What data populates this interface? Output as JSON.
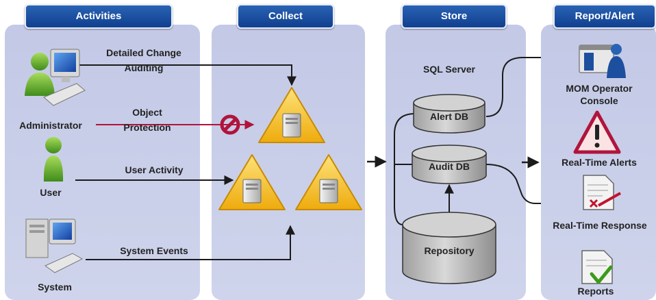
{
  "stages": {
    "activities": "Activities",
    "collect": "Collect",
    "store": "Store",
    "report": "Report/Alert"
  },
  "actors": {
    "administrator": "Administrator",
    "user": "User",
    "system": "System"
  },
  "flows": {
    "detailed_change_auditing": [
      "Detailed Change",
      "Auditing"
    ],
    "object_protection": [
      "Object",
      "Protection"
    ],
    "user_activity": "User Activity",
    "system_events": "System Events"
  },
  "store": {
    "sql_server": "SQL Server",
    "alert_db": "Alert DB",
    "audit_db": "Audit DB",
    "repository": "Repository"
  },
  "outputs": {
    "mom_console": [
      "MOM Operator",
      "Console"
    ],
    "realtime_alerts": "Real-Time Alerts",
    "realtime_response": "Real-Time Response",
    "reports": "Reports"
  },
  "colors": {
    "panel": "#c9cee9",
    "tab": "#1d4f9f",
    "protection": "#b0143c",
    "warning": "#f6c21a"
  },
  "icons": [
    "administrator-icon",
    "user-icon",
    "system-computer-icon",
    "collector-server-icon",
    "no-entry-icon",
    "mom-console-icon",
    "alert-warning-icon",
    "response-document-icon",
    "report-document-icon"
  ]
}
